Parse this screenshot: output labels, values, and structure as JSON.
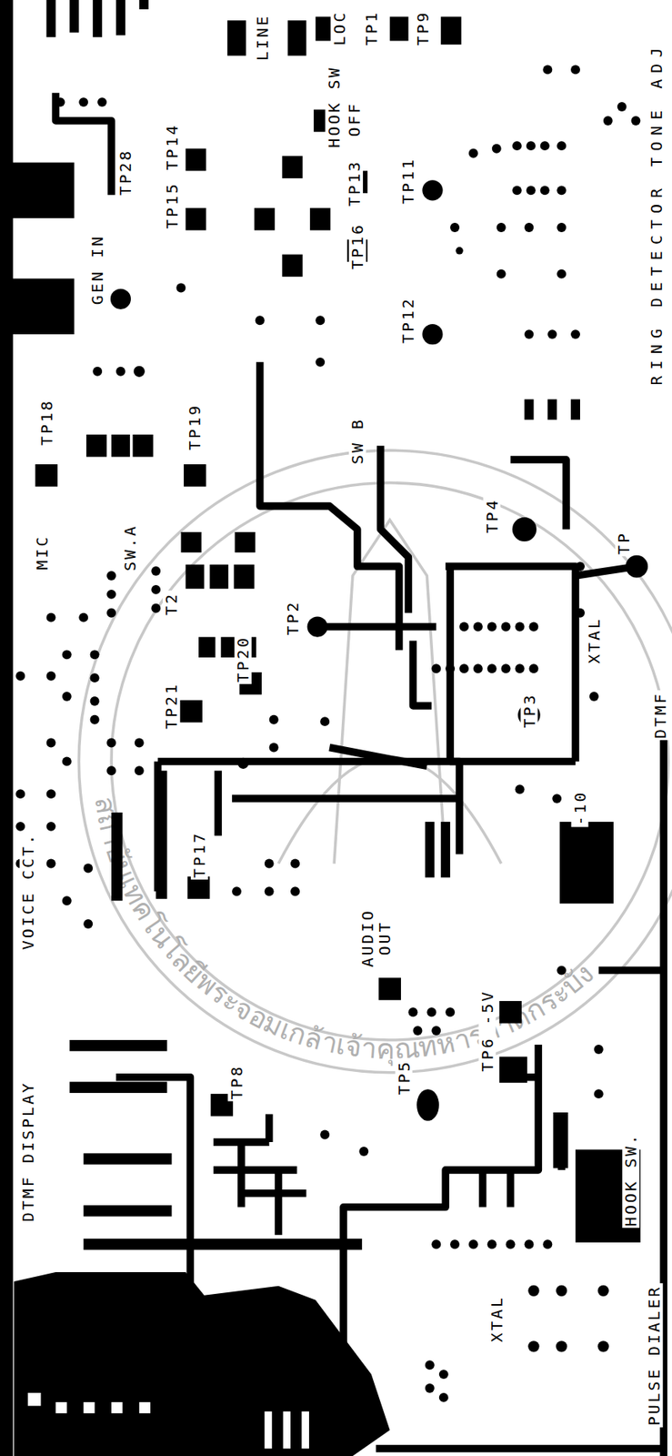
{
  "diagram": {
    "labels": [
      "LINE",
      "HOOK SW",
      "LOC",
      "OFF",
      "TP1",
      "TP9",
      "TP28",
      "TP15 TP14",
      "TP13",
      "TP11",
      "TP16",
      "GEN IN",
      "TP12",
      "RING DETECTOR TONE ADJ",
      "TP18",
      "TP19",
      "SW B",
      "SW.A",
      "MIC",
      "TP4",
      "TP",
      "T2",
      "TP2",
      "XTAL",
      "TP20",
      "TP21",
      "TP3",
      "DTMF",
      "VOICE CCT.",
      "TP17",
      "-10",
      "AUDIO OUT",
      "TP6 -5V",
      "TP5",
      "TP8",
      "DTMF DISPLAY",
      "HOOK SW.",
      "XTAL",
      "PULSE DIALER",
      "สถาบันเทคโนโลยีพระจอมเกล้าเจ้าคุณทหารลาดกระบัง"
    ]
  }
}
